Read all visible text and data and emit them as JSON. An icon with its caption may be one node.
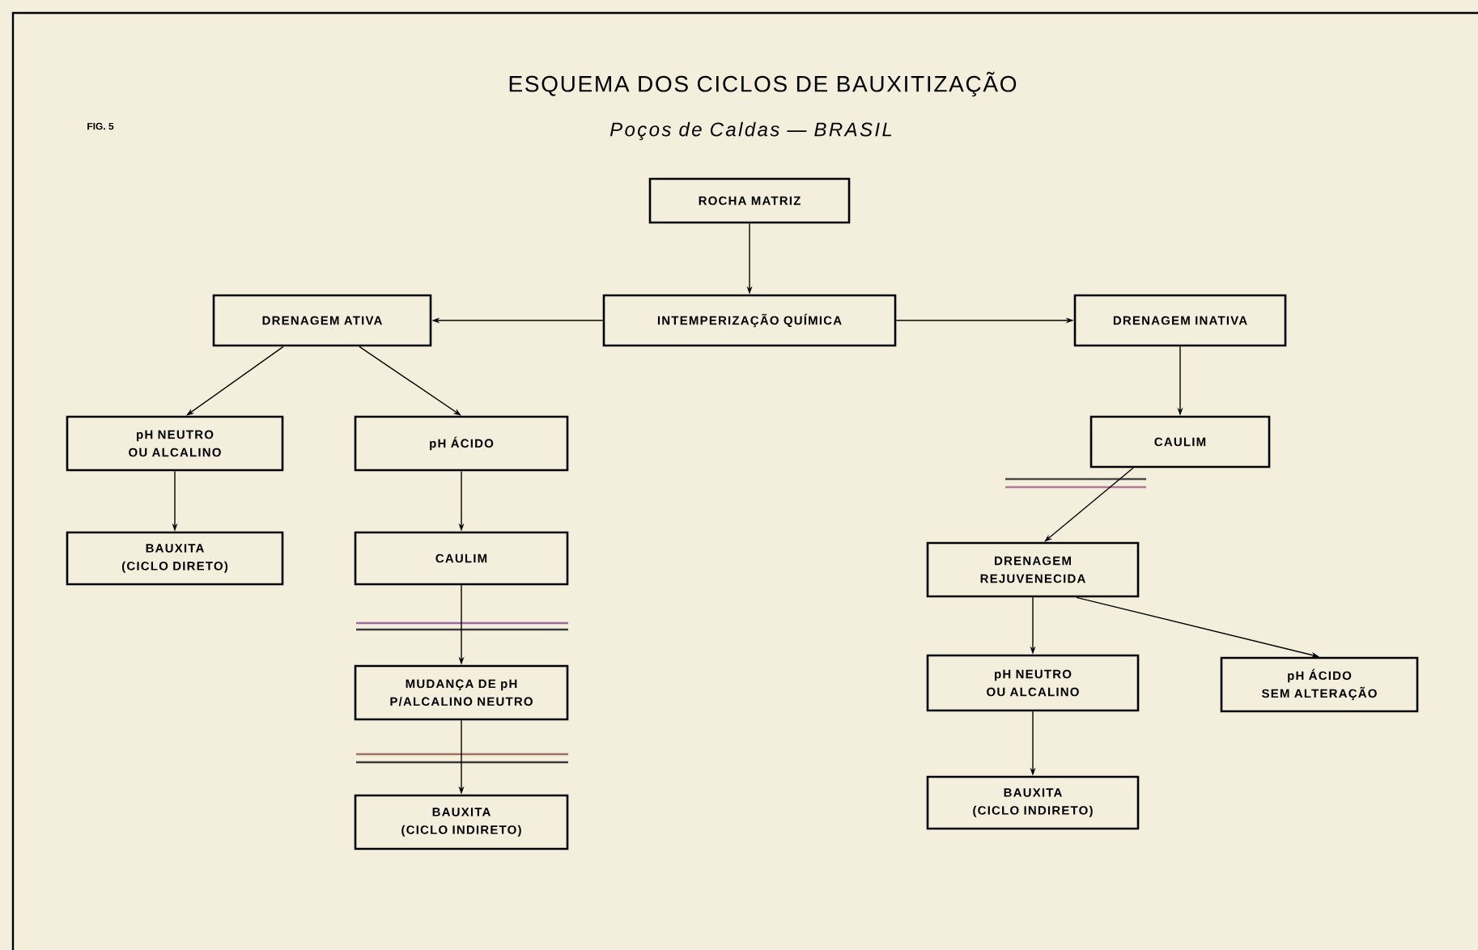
{
  "diagram": {
    "title": "ESQUEMA DOS CICLOS DE BAUXITIZAÇÃO",
    "nodes": [
      {
        "text": [
          "ROCHA MATRIZ"
        ]
      },
      {
        "text": [
          "INTEMPERIZAÇÃO QUÍMICA"
        ]
      },
      {
        "text": [
          "DRENAGEM ATIVA"
        ]
      },
      {
        "text": [
          "DRENAGEM INATIVA"
        ]
      },
      {
        "text": [
          "pH NEUTRO OU ALCALINO"
        ]
      },
      {
        "text": [
          "pH ÁCIDO"
        ]
      },
      {
        "text": [
          "CAULIM"
        ]
      },
      {
        "text": [
          "BAUXITA (CICLO DIRETO)"
        ]
      },
      {
        "text": [
          "CAULIM"
        ]
      },
      {
        "text": [
          "DRENAGEM REJUVENECIDA"
        ]
      },
      {
        "text": [
          "MUDANÇA DE pH P/ALCALINO NEUTRO"
        ]
      },
      {
        "text": [
          "pH NEUTRO OU ALCALINO"
        ]
      },
      {
        "text": [
          "pH ÁCIDO SEM ALTERAÇÃO"
        ]
      },
      {
        "text": [
          "BAUXITA (CICLO INDIRETO)"
        ]
      },
      {
        "text": [
          "BAUXITA (CICLO INDIRETO)"
        ]
      }
    ],
    "edges": [
      {
        "from": 0,
        "to": 1,
        "arrow": "to"
      },
      {
        "from": 1,
        "to": 2,
        "arrow": "to"
      },
      {
        "from": 1,
        "to": 3,
        "arrow": "to"
      },
      {
        "from": 2,
        "to": 4,
        "arrow": "to"
      },
      {
        "from": 2,
        "to": 5,
        "arrow": "to"
      },
      {
        "from": 4,
        "to": 7,
        "arrow": "to"
      },
      {
        "from": 5,
        "to": 8,
        "arrow": "to"
      },
      {
        "from": 3,
        "to": 6,
        "arrow": "to"
      },
      {
        "from": 6,
        "to": 9,
        "arrow": "to"
      },
      {
        "from": 8,
        "to": 10,
        "arrow": "to"
      },
      {
        "from": 10,
        "to": 13,
        "arrow": "to"
      },
      {
        "from": 9,
        "to": 11,
        "arrow": "to"
      },
      {
        "from": 9,
        "to": 12,
        "arrow": "to"
      },
      {
        "from": 11,
        "to": 14,
        "arrow": "to"
      }
    ],
    "labels": [
      "FIG. 5",
      "Poços de Caldas — BRASIL"
    ]
  }
}
